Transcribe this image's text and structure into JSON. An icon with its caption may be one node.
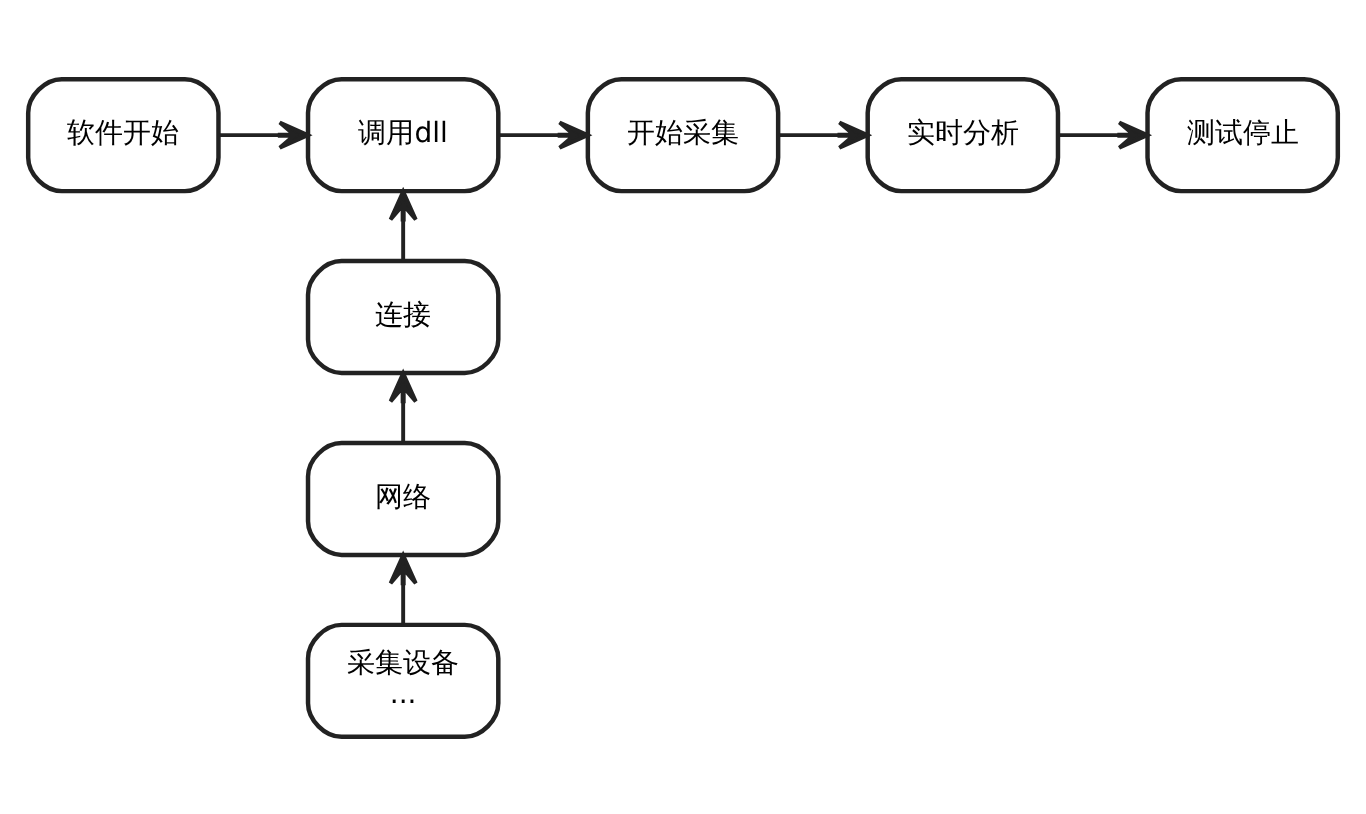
{
  "diagram": {
    "nodes": [
      {
        "text": [
          "软件开始"
        ]
      },
      {
        "text": [
          "调用dll"
        ]
      },
      {
        "text": [
          "开始采集"
        ]
      },
      {
        "text": [
          "实时分析"
        ]
      },
      {
        "text": [
          "测试停止"
        ]
      },
      {
        "text": [
          "连接"
        ]
      },
      {
        "text": [
          "网络"
        ]
      },
      {
        "text": [
          "采集设备",
          "..."
        ]
      }
    ],
    "edges": [
      {
        "from": 0,
        "to": 1,
        "arrow": "to"
      },
      {
        "from": 1,
        "to": 2,
        "arrow": "to"
      },
      {
        "from": 2,
        "to": 3,
        "arrow": "to"
      },
      {
        "from": 3,
        "to": 4,
        "arrow": "to"
      },
      {
        "from": 7,
        "to": 6,
        "arrow": "to"
      },
      {
        "from": 6,
        "to": 5,
        "arrow": "to"
      },
      {
        "from": 5,
        "to": 1,
        "arrow": "to"
      }
    ]
  }
}
